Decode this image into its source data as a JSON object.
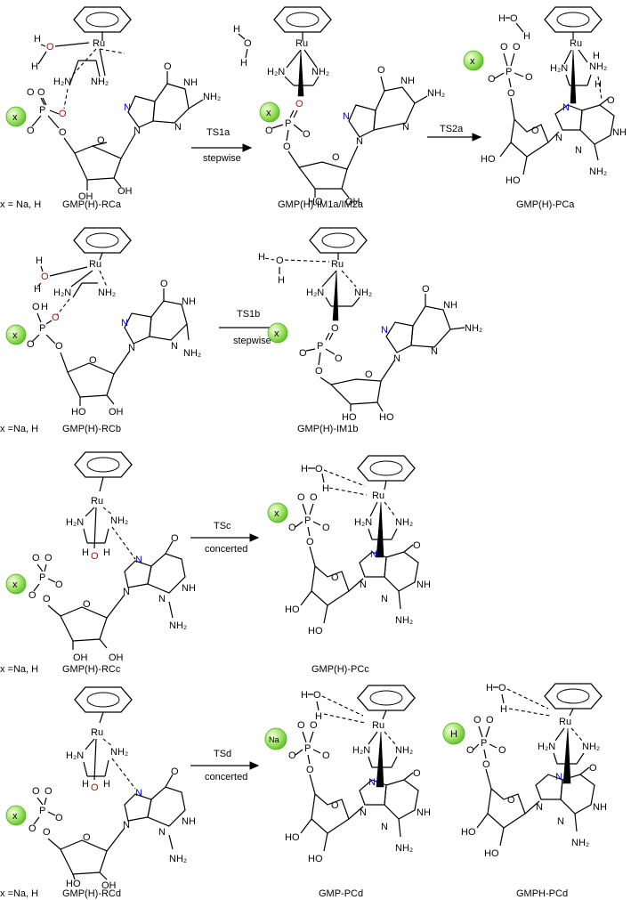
{
  "rows": [
    {
      "x_label": "x = Na, H",
      "reactant_label": "GMP(H)-RCa",
      "arrows": [
        {
          "top": "TS1a",
          "bottom": "stepwise"
        },
        {
          "top": "TS2a",
          "bottom": ""
        }
      ],
      "products": [
        "GMP(H)-IM1a/IM2a",
        "GMP(H)-PCa"
      ]
    },
    {
      "x_label": "x =Na, H",
      "reactant_label": "GMP(H)-RCb",
      "arrows": [
        {
          "top": "TS1b",
          "bottom": "stepwise"
        }
      ],
      "products": [
        "GMP(H)-IM1b"
      ]
    },
    {
      "x_label": "x =Na, H",
      "reactant_label": "GMP(H)-RCc",
      "arrows": [
        {
          "top": "TSc",
          "bottom": "concerted"
        }
      ],
      "products": [
        "GMP(H)-PCc"
      ]
    },
    {
      "x_label": "x =Na, H",
      "reactant_label": "GMP(H)-RCd",
      "arrows": [
        {
          "top": "TSd",
          "bottom": "concerted"
        }
      ],
      "products": [
        "GMP-PCd",
        "GMPH-PCd"
      ]
    }
  ],
  "atoms": {
    "ru": "Ru",
    "o": "O",
    "h": "H",
    "n": "N",
    "nh": "NH",
    "nh2": "NH₂",
    "h2n": "H₂N",
    "oh": "OH",
    "ho": "HO",
    "p": "P",
    "x": "x",
    "na": "Na"
  },
  "colors": {
    "sphere_fill": "#a6e56a",
    "sphere_stroke": "#4caf1c",
    "red_atom": "#d40000",
    "blue_atom": "#0000cc",
    "line": "#000000"
  }
}
